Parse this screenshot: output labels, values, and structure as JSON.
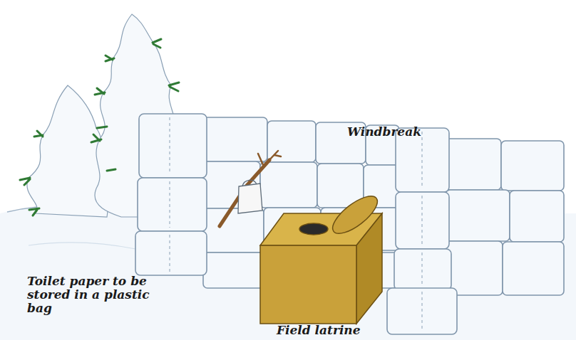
{
  "diagram": {
    "labels": [
      "Windbreak",
      "Toilet paper to be stored in a plastic bag",
      "Field latrine"
    ]
  }
}
